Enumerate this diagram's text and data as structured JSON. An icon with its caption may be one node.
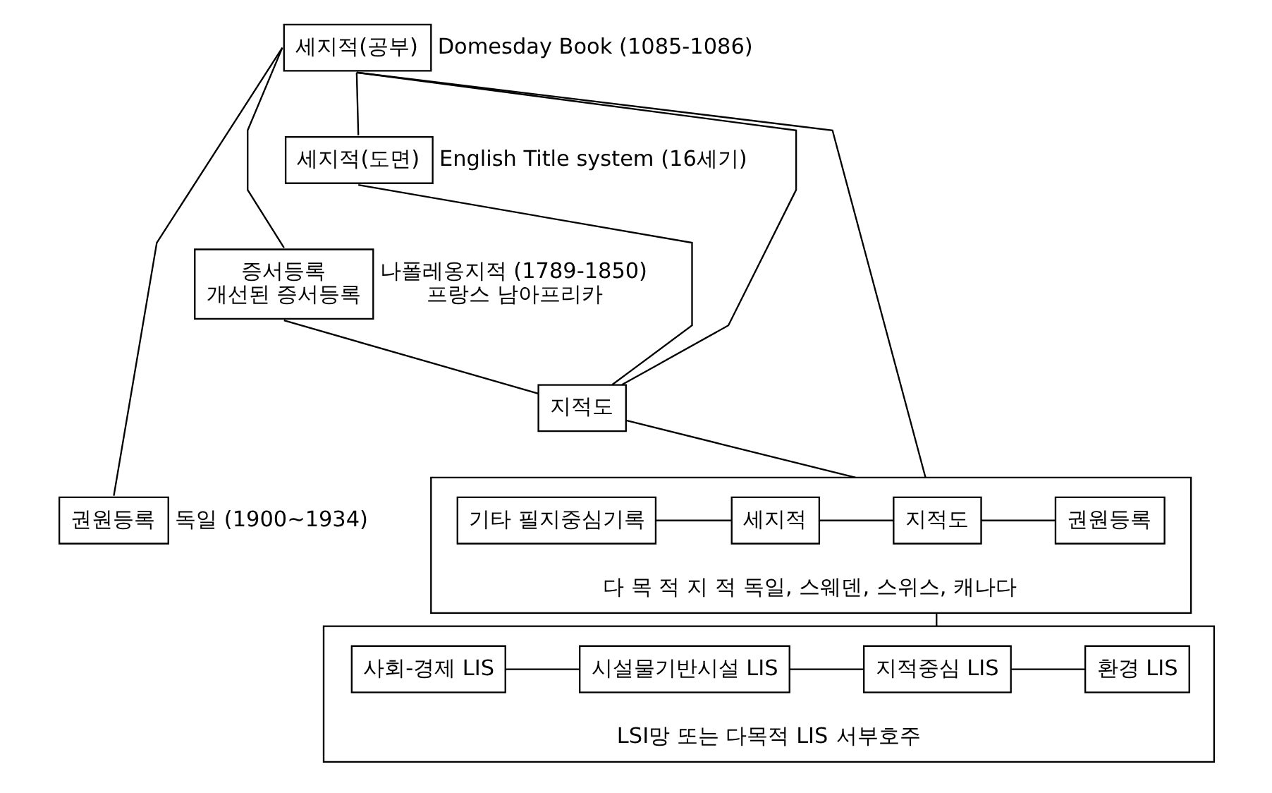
{
  "diagram": {
    "nodes": [
      {
        "text": [
          "세지적(공부)"
        ],
        "beside": [
          "Domesday Book (1085-1086)"
        ]
      },
      {
        "text": [
          "세지적(도면)"
        ],
        "beside": [
          "English Title system (16세기)"
        ]
      },
      {
        "text": [
          "증서등록",
          "개선된 증서등록"
        ],
        "beside": [
          "나폴레옹지적 (1789-1850)",
          "프랑스 남아프리카"
        ]
      },
      {
        "text": [
          "지적도"
        ]
      },
      {
        "text": [
          "권원등록"
        ],
        "beside": [
          "독일 (1900~1934)"
        ]
      },
      {
        "text": [
          "다 목 적 지 적"
        ],
        "beside": [
          "독일, 스웨덴, 스위스, 캐나다"
        ]
      },
      {
        "text": [
          "기타 필지중심기록"
        ],
        "in": 5
      },
      {
        "text": [
          "세지적"
        ],
        "in": 5
      },
      {
        "text": [
          "지적도"
        ],
        "in": 5
      },
      {
        "text": [
          "권원등록"
        ],
        "in": 5
      },
      {
        "text": [
          "LSI망 또는 다목적 LIS"
        ],
        "beside": [
          "서부호주"
        ]
      },
      {
        "text": [
          "사회-경제 LIS"
        ],
        "in": 10
      },
      {
        "text": [
          "시설물기반시설 LIS"
        ],
        "in": 10
      },
      {
        "text": [
          "지적중심 LIS"
        ],
        "in": 10
      },
      {
        "text": [
          "환경 LIS"
        ],
        "in": 10
      }
    ],
    "edges": [
      {
        "from": 0,
        "to": 1,
        "arrow": "none"
      },
      {
        "from": 0,
        "to": 2,
        "arrow": "none"
      },
      {
        "from": 0,
        "to": 3,
        "arrow": "none"
      },
      {
        "from": 0,
        "to": 4,
        "arrow": "none"
      },
      {
        "from": 0,
        "to": 5,
        "arrow": "none"
      },
      {
        "from": 1,
        "to": 3,
        "arrow": "none"
      },
      {
        "from": 3,
        "to": 2,
        "arrow": "none"
      },
      {
        "from": 3,
        "to": 5,
        "arrow": "none"
      },
      {
        "from": 6,
        "to": 7,
        "arrow": "none"
      },
      {
        "from": 7,
        "to": 8,
        "arrow": "none"
      },
      {
        "from": 8,
        "to": 9,
        "arrow": "none"
      },
      {
        "from": 5,
        "to": 10,
        "arrow": "none"
      },
      {
        "from": 11,
        "to": 12,
        "arrow": "none"
      },
      {
        "from": 12,
        "to": 13,
        "arrow": "none"
      },
      {
        "from": 13,
        "to": 14,
        "arrow": "none"
      }
    ]
  }
}
